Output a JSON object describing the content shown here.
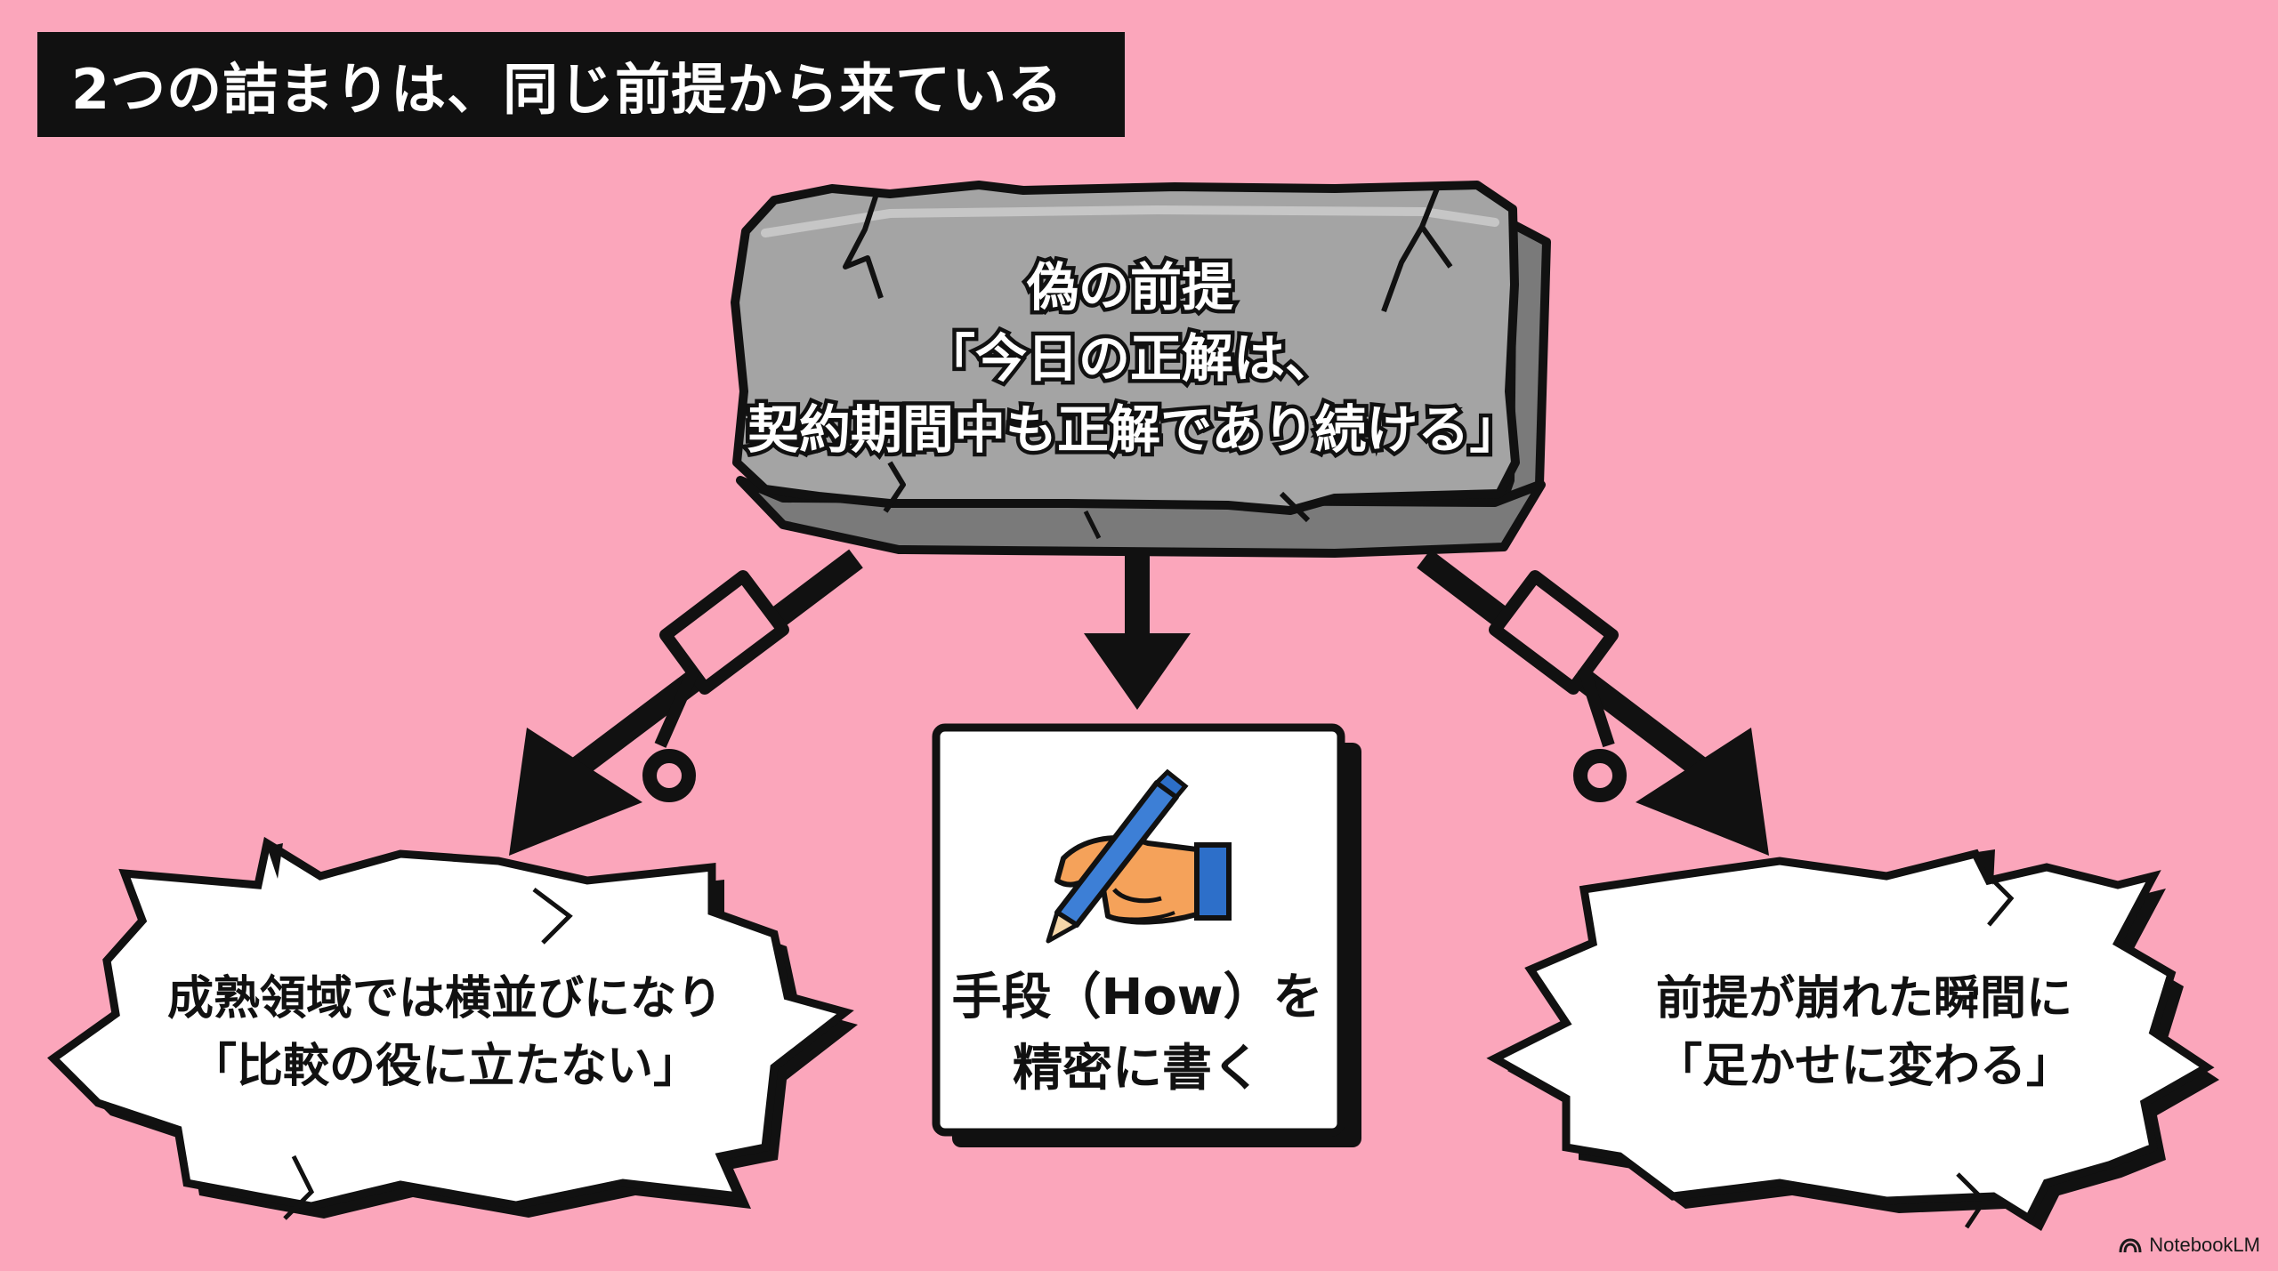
{
  "title": "2つの詰まりは、同じ前提から来ている",
  "premise": {
    "lines": [
      "偽の前提",
      "「今日の正解は、",
      "契約期間中も正解であり続ける」"
    ]
  },
  "consequences": {
    "left": {
      "lines": [
        "成熟領域では横並びになり",
        "「比較の役に立たない」"
      ]
    },
    "center": {
      "lines": [
        "手段（How）を",
        "精密に書く"
      ],
      "icon": "hand-writing-pencil-icon"
    },
    "right": {
      "lines": [
        "前提が崩れた瞬間に",
        "「足かせに変わる」"
      ]
    }
  },
  "watermark": {
    "text": "NotebookLM",
    "icon": "notebooklm-logo-icon"
  },
  "colors": {
    "background": "#fba6bb",
    "title_bar": "#111111",
    "stone_face": "#a4a4a4",
    "stone_side": "#7a7a7a",
    "pencil": "#3d7fd6",
    "hand": "#f5a25a",
    "cuff": "#2d6fc9"
  }
}
